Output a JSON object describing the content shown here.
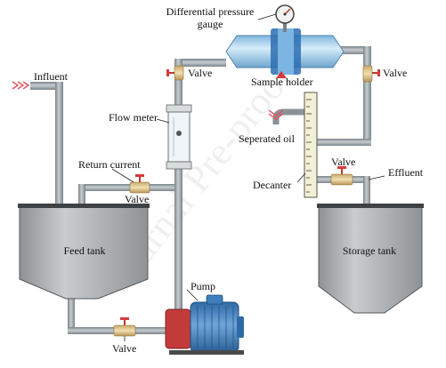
{
  "labels": {
    "gauge": [
      "Differential pressure",
      "gauge"
    ],
    "sample_holder": "Sample holder",
    "valve_top_left": "Valve",
    "valve_top_right": "Valve",
    "influent": "Influent",
    "flow_meter": "Flow meter",
    "separated_oil": "Seperated oil",
    "return_current": "Return current",
    "valve_return": "Valve",
    "valve_decanter": "Valve",
    "effluent": "Effluent",
    "decanter": "Decanter",
    "feed_tank": "Feed tank",
    "storage_tank": "Storage tank",
    "pump": "Pump",
    "valve_bottom": "Valve"
  },
  "colors": {
    "pipe": "#a9b0b5",
    "pipe_edge": "#6f777c",
    "tank": "#b3b6b8",
    "tank_rim": "#3e4244",
    "valve_body": "#e3c98f",
    "valve_handle": "#d63a3a",
    "holder": "#a9d3ee",
    "pump_motor": "#3f7fbf",
    "pump_head": "#c23b3b",
    "decanter": "#f2f0da"
  },
  "watermark": "Journal Pre-proof"
}
